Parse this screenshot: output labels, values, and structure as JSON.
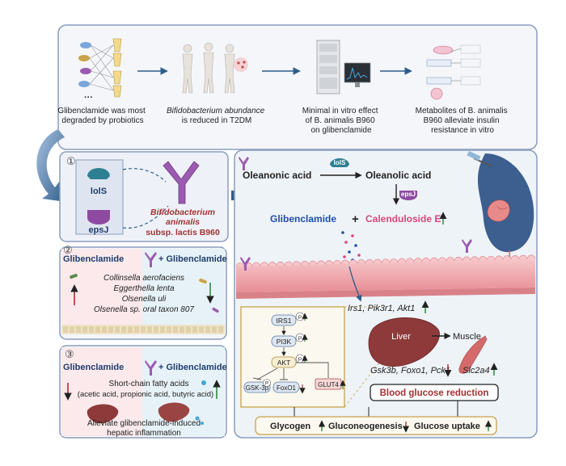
{
  "top_steps": [
    {
      "lines": [
        "Glibenclamide was most",
        "degraded by probiotics"
      ]
    },
    {
      "lines": [
        "Bifidobacterium abundance",
        "is reduced in T2DM"
      ]
    },
    {
      "lines": [
        "Minimal in vitro effect",
        "of B. animalis B960",
        "on glibenclamide"
      ]
    },
    {
      "lines": [
        "Metabolites of B. animalis",
        "B960 alleviate insulin",
        "resistance in vitro"
      ]
    }
  ],
  "top_dots": "···",
  "panel1": {
    "badge": "①",
    "gene1": "lolS",
    "gene2": "epsJ",
    "species_line1": "Bifidobacterium",
    "species_line2": "animalis",
    "species_line3": "subsp. lactis B960"
  },
  "panel2": {
    "badge": "②",
    "left_label": "Glibenclamide",
    "right_label": "+ Glibenclamide",
    "taxa": [
      "Collinsella aerofaciens",
      "Eggerthella lenta",
      "Olsenella uli",
      "Olsenella sp. oral taxon 807"
    ]
  },
  "panel3": {
    "badge": "③",
    "left_label": "Glibenclamide",
    "right_label": "+ Glibenclamide",
    "scfa_line1": "Short-chain fatty acids",
    "scfa_line2": "(acetic acid, propionic acid, butyric acid)",
    "outcome_line1": "Alleviate glibenclamide-induced",
    "outcome_line2": "hepatic inflammation"
  },
  "main": {
    "oleanonic": "Oleanonic acid",
    "lols": "lolS",
    "oleanolic": "Oleanolic acid",
    "epsj": "epsJ",
    "glibenclamide": "Glibenclamide",
    "plus": "+",
    "calenduloside": "Calenduloside E",
    "genes_liver": "Irs1, Pik3r1, Akt1",
    "liver": "Liver",
    "muscle": "Muscle",
    "genes_liver2": "Gsk3b, Foxo1, Pck1",
    "genes_muscle": "Slc2a4",
    "glucose_reduction": "Blood glucose reduction",
    "pathway": {
      "irs1": "IRS1",
      "pi3k": "PI3K",
      "akt": "AKT",
      "gsk3b": "GSK-3β",
      "foxo1": "FoxO1",
      "glut4": "GLUT4",
      "p": "P"
    },
    "outcomes": {
      "glycogen": "Glycogen",
      "gluconeogenesis": "Gluconeogenesis",
      "glucose_uptake": "Glucose uptake"
    }
  },
  "colors": {
    "panel_border": "#8a9dbd",
    "panel_fill": "#f4f6fa",
    "arrow_blue": "#2f5d8a",
    "purple": "#9b5bb0",
    "dark_red": "#a23232",
    "glib_blue": "#1f4fa8",
    "pink": "#d44a7a",
    "up_green": "#2e8b3e",
    "down_red": "#b03030",
    "liver": "#8e3a3a",
    "muscle": "#d46a6a",
    "gut_pink": "#f2b3b8",
    "gold": "#c9a24a"
  }
}
